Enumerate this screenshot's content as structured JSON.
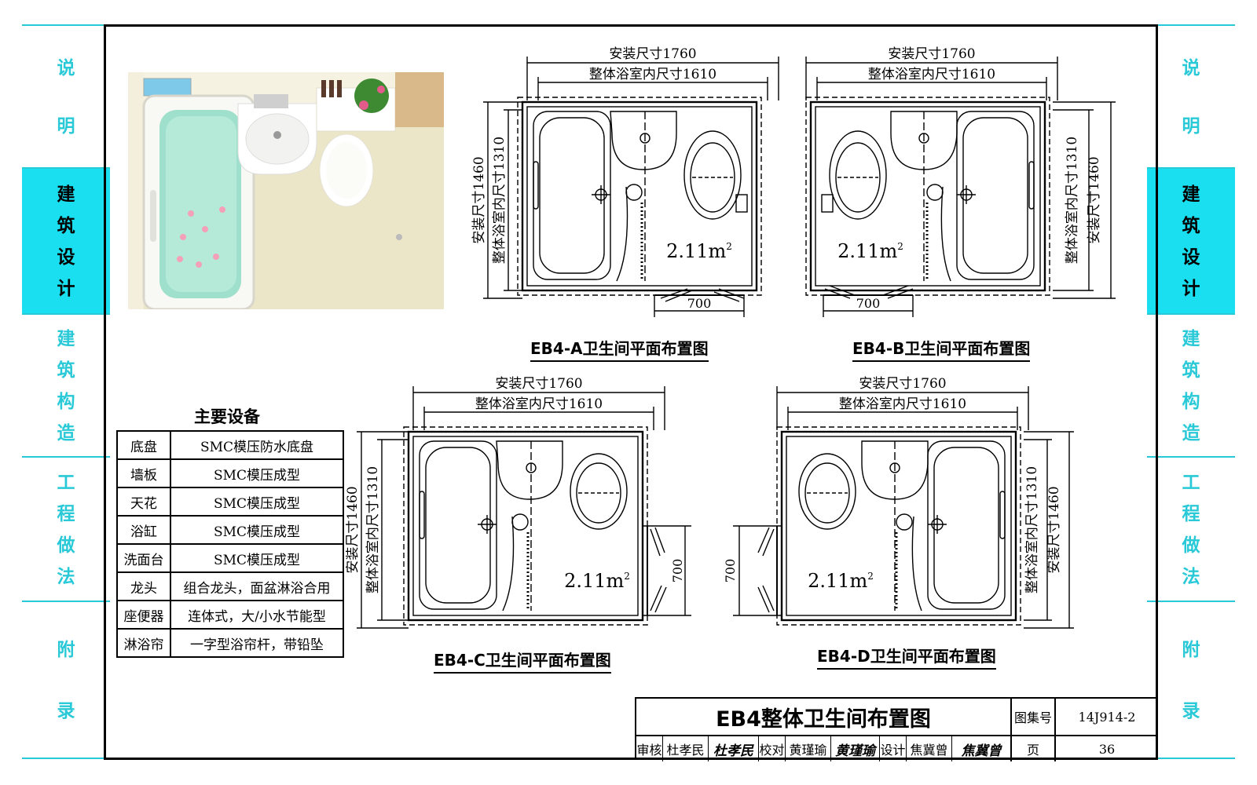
{
  "nav": {
    "left": [
      {
        "label": "说明",
        "chars": [
          "说",
          "明"
        ],
        "active": false
      },
      {
        "label": "建筑设计",
        "chars": [
          "建",
          "筑",
          "设",
          "计"
        ],
        "active": true
      },
      {
        "label": "建筑构造",
        "chars": [
          "建",
          "筑",
          "构",
          "造"
        ],
        "active": false
      },
      {
        "label": "工程做法",
        "chars": [
          "工",
          "程",
          "做",
          "法"
        ],
        "active": false
      },
      {
        "label": "附录",
        "chars": [
          "附",
          "录"
        ],
        "active": false
      }
    ]
  },
  "equipment": {
    "title": "主要设备",
    "rows": [
      {
        "item": "底盘",
        "spec": "SMC模压防水底盘"
      },
      {
        "item": "墙板",
        "spec": "SMC模压成型"
      },
      {
        "item": "天花",
        "spec": "SMC模压成型"
      },
      {
        "item": "浴缸",
        "spec": "SMC模压成型"
      },
      {
        "item": "洗面台",
        "spec": "SMC模压成型"
      },
      {
        "item": "龙头",
        "spec": "组合龙头，面盆淋浴合用"
      },
      {
        "item": "座便器",
        "spec": "连体式，大/小水节能型"
      },
      {
        "item": "淋浴帘",
        "spec": "一字型浴帘杆，带铅坠"
      }
    ]
  },
  "plans": [
    {
      "id": "A",
      "title": "EB4-A卫生间平面布置图",
      "install_width": "安装尺寸1760",
      "inner_width": "整体浴室内尺寸1610",
      "install_depth": "安装尺寸1460",
      "inner_depth": "整体浴室内尺寸1310",
      "area": "2.11m",
      "area_sup": "2",
      "door": "700"
    },
    {
      "id": "B",
      "title": "EB4-B卫生间平面布置图",
      "install_width": "安装尺寸1760",
      "inner_width": "整体浴室内尺寸1610",
      "install_depth": "安装尺寸1460",
      "inner_depth": "整体浴室内尺寸1310",
      "area": "2.11m",
      "area_sup": "2",
      "door": "700"
    },
    {
      "id": "C",
      "title": "EB4-C卫生间平面布置图",
      "install_width": "安装尺寸1760",
      "inner_width": "整体浴室内尺寸1610",
      "install_depth": "安装尺寸1460",
      "inner_depth": "整体浴室内尺寸1310",
      "area": "2.11m",
      "area_sup": "2",
      "door": "700"
    },
    {
      "id": "D",
      "title": "EB4-D卫生间平面布置图",
      "install_width": "安装尺寸1760",
      "inner_width": "整体浴室内尺寸1610",
      "install_depth": "安装尺寸1460",
      "inner_depth": "整体浴室内尺寸1310",
      "area": "2.11m",
      "area_sup": "2",
      "door": "700"
    }
  ],
  "title_block": {
    "title": "EB4整体卫生间布置图",
    "atlas_label": "图集号",
    "atlas_no": "14J914-2",
    "review_label": "审核",
    "reviewer": "杜孝民",
    "reviewer_sig": "杜孝民",
    "check_label": "校对",
    "checker": "黄瑾瑜",
    "checker_sig": "黄瑾瑜",
    "design_label": "设计",
    "designer": "焦冀曾",
    "designer_sig": "焦冀曾",
    "page_label": "页",
    "page_no": "36"
  }
}
